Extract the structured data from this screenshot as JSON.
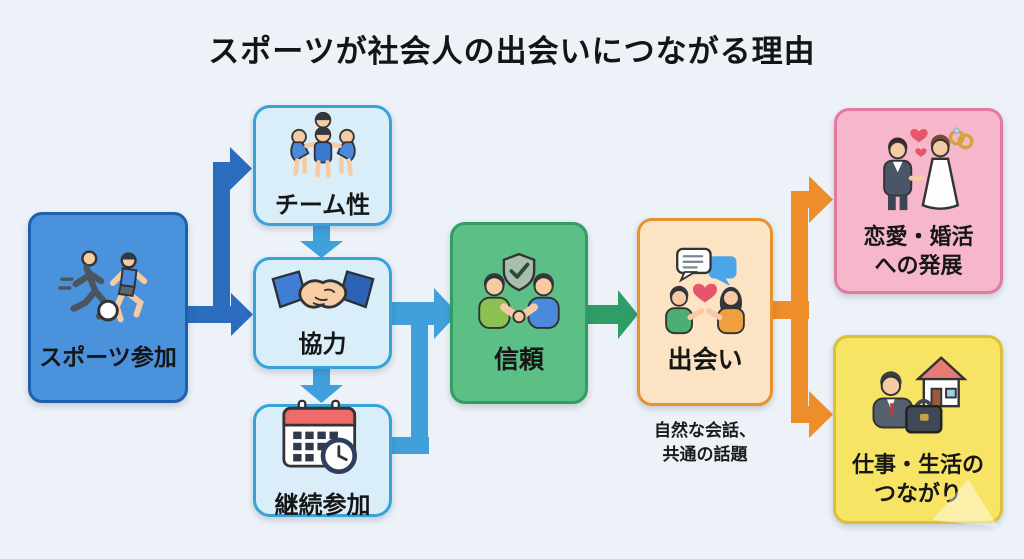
{
  "title": "スポーツが社会人の出会いにつながる理由",
  "background": "#edf2f8",
  "text_color": "#161616",
  "nodes": {
    "sports": {
      "label": "スポーツ参加",
      "icon": "runners-icon",
      "fill": "#4b92dc",
      "border": "#1e5fae"
    },
    "team": {
      "label": "チーム性",
      "icon": "team-huddle-icon",
      "fill": "#d9eef9",
      "border": "#35a3da"
    },
    "cooperation": {
      "label": "協力",
      "icon": "handshake-icon",
      "fill": "#d9eef9",
      "border": "#35a3da"
    },
    "continuation": {
      "label": "継続参加",
      "icon": "calendar-clock-icon",
      "fill": "#d9eef9",
      "border": "#35a3da"
    },
    "trust": {
      "label": "信頼",
      "icon": "trust-shield-icon",
      "fill": "#5bbf86",
      "border": "#2e9e63"
    },
    "meeting": {
      "label": "出会い",
      "icon": "conversation-icon",
      "fill": "#fbe3c4",
      "border": "#e8922f",
      "caption": "自然な会話、\n共通の話題"
    },
    "romance": {
      "label": "恋愛・婚活\nへの発展",
      "icon": "wedding-couple-icon",
      "fill": "#f6b7cc",
      "border": "#e27a9f"
    },
    "work": {
      "label": "仕事・生活の\nつながり",
      "icon": "business-house-icon",
      "fill": "#f7e464",
      "border": "#dcc138"
    }
  },
  "arrows": {
    "dark_blue": "#2b6cbf",
    "light_blue": "#3fa0dc",
    "green": "#2f9e66",
    "orange": "#ee8e2b"
  }
}
